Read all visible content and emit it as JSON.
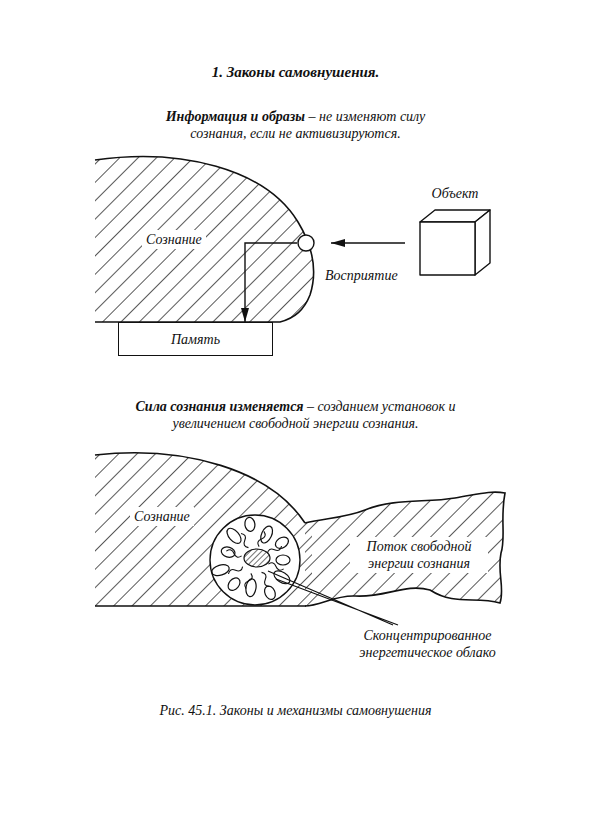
{
  "diagram": {
    "title": "1. Законы самовнушения.",
    "caption": "Рис. 45.1. Законы и механизмы самовнушения",
    "nodes": [
      {
        "text": [
          "Сознание"
        ]
      },
      {
        "text": [
          "Восприятие"
        ]
      },
      {
        "text": [
          "Память"
        ]
      },
      {
        "text": [
          "Объект"
        ]
      },
      {
        "text": [
          "Сознание"
        ]
      },
      {
        "text": [
          "Поток свободной энергии сознания"
        ]
      }
    ],
    "edges": [
      {
        "from": 3,
        "to": 1,
        "arrow": "to"
      },
      {
        "from": 1,
        "to": 2,
        "arrow": "to"
      }
    ],
    "labels": [
      "Информация и образы",
      "– не изменяют силу сознания, если не активизируются.",
      "Сила сознания изменяется",
      "– созданием установок и увеличением свободной энергии сознания.",
      "Сконцентрированное энергетическое облако"
    ]
  }
}
